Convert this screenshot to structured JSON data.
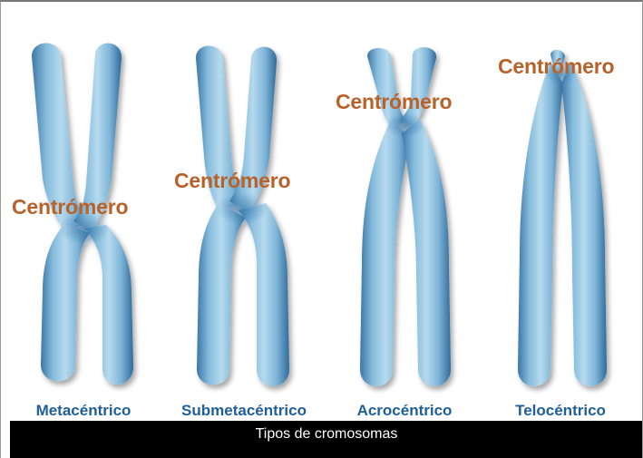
{
  "diagram": {
    "chromosomes": [
      {
        "type_label": "Metacéntrico",
        "centromere_label": "Centrómero"
      },
      {
        "type_label": "Submetacéntrico",
        "centromere_label": "Centrómero"
      },
      {
        "type_label": "Acrocéntrico",
        "centromere_label": "Centrómero"
      },
      {
        "type_label": "Telocéntrico",
        "centromere_label": "Centrómero"
      }
    ],
    "colors": {
      "chromosome_light": "#a8d2ea",
      "chromosome_mid": "#6aa6cf",
      "chromosome_dark": "#2f6b9b",
      "centromere_label": "#b8622a",
      "type_label": "#1f5f99"
    }
  },
  "caption": "Tipos de cromosomas"
}
